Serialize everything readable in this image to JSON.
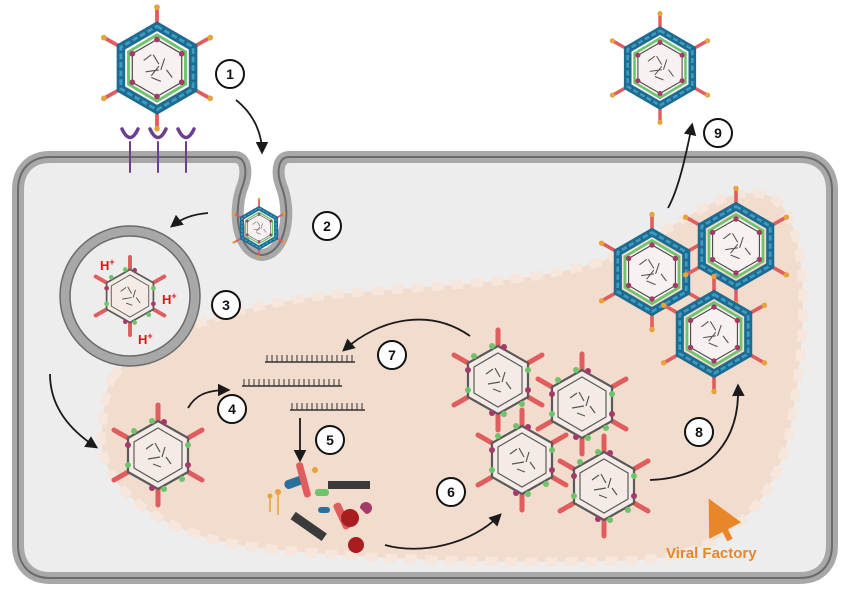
{
  "steps": [
    "1",
    "2",
    "3",
    "4",
    "5",
    "6",
    "7",
    "8",
    "9"
  ],
  "hplus": "H",
  "hplus_sup": "+",
  "factory_label": "Viral Factory"
}
